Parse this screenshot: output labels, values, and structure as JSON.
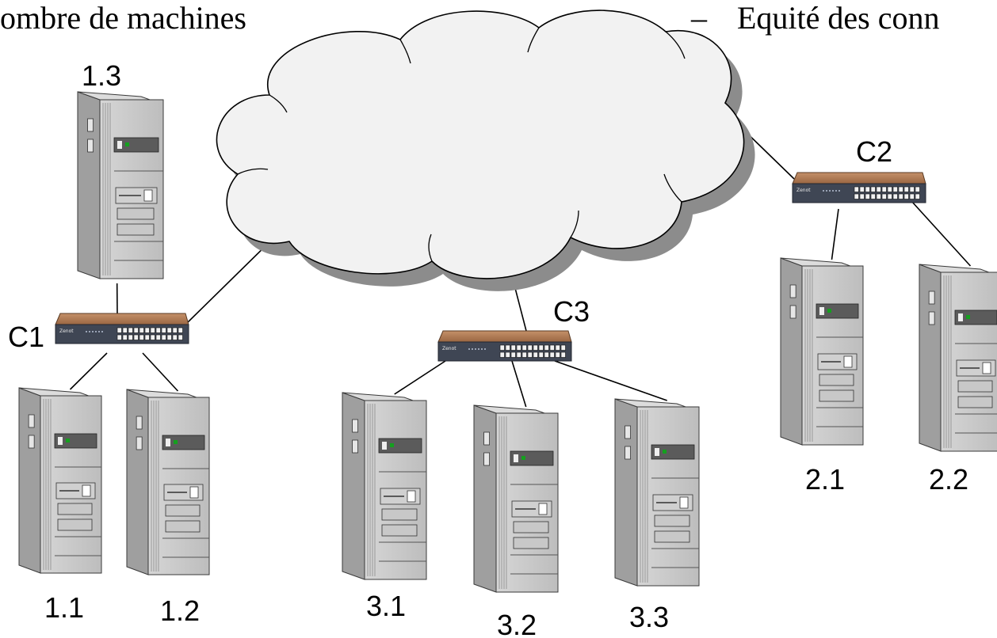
{
  "header": {
    "left_text": "ombre de machines",
    "right_dash": "–",
    "right_text": "Equité des conn"
  },
  "switches": [
    {
      "id": "C1",
      "label": "C1",
      "brand": "Zenot"
    },
    {
      "id": "C2",
      "label": "C2",
      "brand": "Zenot"
    },
    {
      "id": "C3",
      "label": "C3",
      "brand": "Zenot"
    }
  ],
  "machines": [
    {
      "id": "1.1",
      "label": "1.1",
      "switch": "C1"
    },
    {
      "id": "1.2",
      "label": "1.2",
      "switch": "C1"
    },
    {
      "id": "1.3",
      "label": "1.3",
      "switch": "C1"
    },
    {
      "id": "2.1",
      "label": "2.1",
      "switch": "C2"
    },
    {
      "id": "2.2",
      "label": "2.2",
      "switch": "C2"
    },
    {
      "id": "3.1",
      "label": "3.1",
      "switch": "C3"
    },
    {
      "id": "3.2",
      "label": "3.2",
      "switch": "C3"
    },
    {
      "id": "3.3",
      "label": "3.3",
      "switch": "C3"
    }
  ],
  "uplinks": [
    "C1",
    "C2",
    "C3"
  ],
  "colors": {
    "cloud_fill": "#f2f2f2",
    "cloud_shadow": "#8c8c8c",
    "server_front": "#c9c9c9",
    "server_side": "#9f9f9f",
    "switch_top": "#b07a52",
    "switch_front": "#3f4654",
    "led": "#14a01e"
  }
}
